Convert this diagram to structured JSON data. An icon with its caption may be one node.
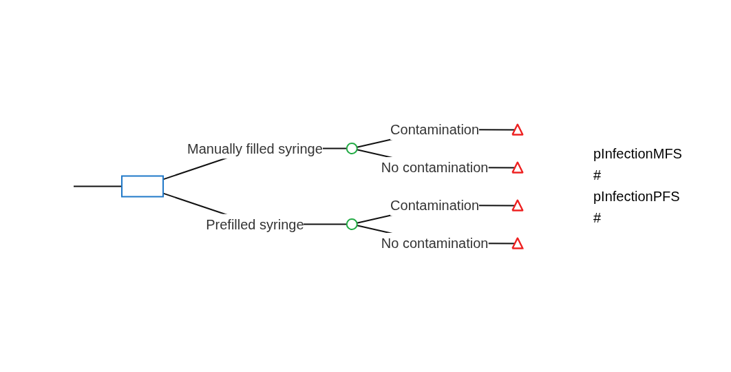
{
  "diagram": {
    "nodes": [
      {
        "text": [],
        "shape": "box"
      },
      {
        "text": [],
        "shape": "circle"
      },
      {
        "text": [],
        "shape": "circle"
      },
      {
        "text": [],
        "shape": "triangle"
      },
      {
        "text": [],
        "shape": "triangle"
      },
      {
        "text": [],
        "shape": "triangle"
      },
      {
        "text": [],
        "shape": "triangle"
      }
    ],
    "edges": [
      {
        "from": null,
        "to": 0,
        "arrow": "none"
      },
      {
        "from": 0,
        "to": 1,
        "label": "Manually filled syringe",
        "arrow": "none"
      },
      {
        "from": 0,
        "to": 2,
        "label": "Prefilled syringe",
        "arrow": "none"
      },
      {
        "from": 1,
        "to": 3,
        "label": "Contamination",
        "arrow": "none"
      },
      {
        "from": 1,
        "to": 4,
        "label": "No contamination",
        "arrow": "none"
      },
      {
        "from": 2,
        "to": 5,
        "label": "Contamination",
        "arrow": "none"
      },
      {
        "from": 2,
        "to": 6,
        "label": "No contamination",
        "arrow": "none"
      }
    ],
    "labels": [
      "pInfectionMFS",
      "#",
      "pInfectionPFS",
      "#"
    ]
  }
}
